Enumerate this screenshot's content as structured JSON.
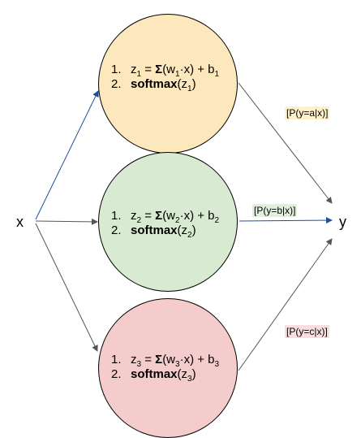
{
  "input_label": "x",
  "output_label": "y",
  "colors": {
    "edge_gray": "#555555",
    "edge_blue": "#1f4e9c",
    "circle_a": "#fde8bd",
    "circle_b": "#d9ead3",
    "circle_c": "#f4cccc",
    "prob_a_bg": "#fff1c9",
    "prob_b_bg": "#e3efdd",
    "prob_c_bg": "#f9dede"
  },
  "branches": [
    {
      "id": "a",
      "step1": {
        "num": "1.",
        "z": "z",
        "zsub": "1",
        "eq": " = ",
        "sigma": "Σ",
        "w_open": "(w",
        "wsub": "1",
        "rest": "·x) + b",
        "bsub": "1"
      },
      "step2": {
        "num": "2.",
        "fn": "softmax",
        "open": "(z",
        "zsub": "1",
        "close": ")"
      },
      "prob": "[P(y=a|x)]"
    },
    {
      "id": "b",
      "step1": {
        "num": "1.",
        "z": "z",
        "zsub": "2",
        "eq": " = ",
        "sigma": "Σ",
        "w_open": "(w",
        "wsub": "2",
        "rest": "·x) + b",
        "bsub": "2"
      },
      "step2": {
        "num": "2.",
        "fn": "softmax",
        "open": "(z",
        "zsub": "2",
        "close": ")"
      },
      "prob": "[P(y=b|x)]"
    },
    {
      "id": "c",
      "step1": {
        "num": "1.",
        "z": "z",
        "zsub": "3",
        "eq": " = ",
        "sigma": "Σ",
        "w_open": "(w",
        "wsub": "3",
        "rest": "·x) + b",
        "bsub": "3"
      },
      "step2": {
        "num": "2.",
        "fn": "softmax",
        "open": "(z",
        "zsub": "3",
        "close": ")"
      },
      "prob": "[P(y=c|x)]"
    }
  ]
}
